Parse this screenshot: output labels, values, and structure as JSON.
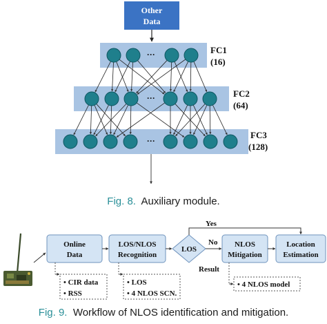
{
  "fig8": {
    "input_box": [
      "Other",
      "Data"
    ],
    "layers": [
      {
        "name": "FC1",
        "size": "(16)"
      },
      {
        "name": "FC2",
        "size": "(64)"
      },
      {
        "name": "FC3",
        "size": "(128)"
      }
    ],
    "ellipsis": "···",
    "caption_label": "Fig. 8.",
    "caption_text": "Auxiliary module."
  },
  "fig9": {
    "online_data": [
      "Online",
      "Data"
    ],
    "recognition": [
      "LOS/NLOS",
      "Recognition"
    ],
    "decision": "LOS",
    "yes_label": "Yes",
    "no_label": "No",
    "result_label": "Result",
    "mitigation": [
      "NLOS",
      "Mitigation"
    ],
    "location": [
      "Location",
      "Estimation"
    ],
    "inputs_list": [
      "• CIR data",
      "• RSS"
    ],
    "recognition_list": [
      "• LOS",
      "• 4 NLOS SCN."
    ],
    "mitigation_list": [
      "• 4 NLOS model"
    ],
    "caption_label": "Fig. 9.",
    "caption_text": "Workflow of NLOS identification and mitigation."
  },
  "colors": {
    "input_box": "#3b73c4",
    "layer_bar": "#a9c4e3",
    "neuron": "#1f7f8c",
    "neuron_edge": "#0f5560",
    "box_fill": "#d4e4f4",
    "box_edge": "#6f93bd",
    "caption_label": "#2a8f98"
  }
}
